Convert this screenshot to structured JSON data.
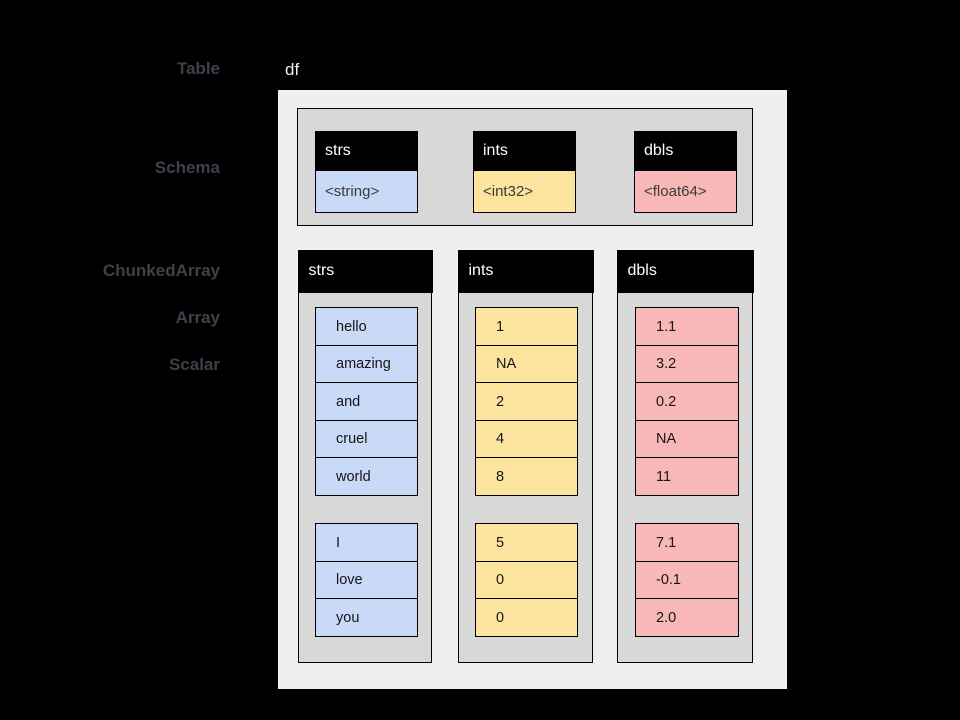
{
  "side_labels": [
    "Table",
    "Schema",
    "ChunkedArray",
    "Array",
    "Scalar"
  ],
  "table": {
    "title": "df",
    "schema_fields": [
      {
        "name": "strs",
        "dtype": "<string>",
        "color": "#c9daf8"
      },
      {
        "name": "ints",
        "dtype": "<int32>",
        "color": "#fce49f"
      },
      {
        "name": "dbls",
        "dtype": "<float64>",
        "color": "#f9b8b8"
      }
    ],
    "chunked_arrays": [
      {
        "name": "strs",
        "color": "#c9daf8",
        "chunks": [
          [
            "hello",
            "amazing",
            "and",
            "cruel",
            "world"
          ],
          [
            "I",
            "love",
            "you"
          ]
        ]
      },
      {
        "name": "ints",
        "color": "#fce49f",
        "chunks": [
          [
            "1",
            "NA",
            "2",
            "4",
            "8"
          ],
          [
            "5",
            "0",
            "0"
          ]
        ]
      },
      {
        "name": "dbls",
        "color": "#f9b8b8",
        "chunks": [
          [
            "1.1",
            "3.2",
            "0.2",
            "NA",
            "11"
          ],
          [
            "7.1",
            "-0.1",
            "2.0"
          ]
        ]
      }
    ]
  },
  "colors": {
    "background": "#000000",
    "panel": "#efefef",
    "box_gray": "#d8d8d8",
    "header_black": "#000000",
    "header_text": "#ffffff",
    "side_label_text": "#3c424c",
    "string_blue": "#c9daf8",
    "int_yellow": "#fce49f",
    "float_pink": "#f9b8b8"
  }
}
